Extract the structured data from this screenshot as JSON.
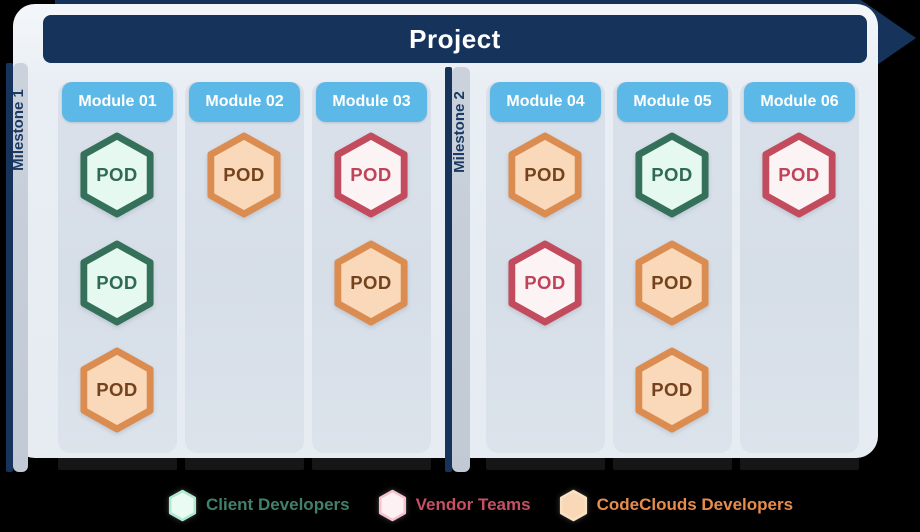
{
  "title": "Project",
  "pod_label": "POD",
  "milestones": [
    {
      "label": "Milestone 1"
    },
    {
      "label": "Milestone 2"
    }
  ],
  "modules": [
    {
      "label": "Module 01",
      "pods": [
        "client",
        "client",
        "codeclouds"
      ]
    },
    {
      "label": "Module 02",
      "pods": [
        "codeclouds"
      ]
    },
    {
      "label": "Module 03",
      "pods": [
        "vendor",
        "codeclouds"
      ]
    },
    {
      "label": "Module 04",
      "pods": [
        "codeclouds",
        "vendor"
      ]
    },
    {
      "label": "Module 05",
      "pods": [
        "client",
        "codeclouds",
        "codeclouds"
      ]
    },
    {
      "label": "Module 06",
      "pods": [
        "vendor"
      ]
    }
  ],
  "legend": [
    {
      "type": "client",
      "label": "Client Developers"
    },
    {
      "type": "vendor",
      "label": "Vendor Teams"
    },
    {
      "type": "codeclouds",
      "label": "CodeClouds Developers"
    }
  ],
  "pod_colors": {
    "client": {
      "fill": "#E6F9F1",
      "stroke": "#35715A",
      "text": "#2F6B53"
    },
    "vendor": {
      "fill": "#FCF4F4",
      "stroke": "#C24B5E",
      "text": "#C04459"
    },
    "codeclouds": {
      "fill": "#F9D9B9",
      "stroke": "#DB8C51",
      "text": "#74431D"
    }
  },
  "legend_colors": {
    "client": {
      "fill": "#E9FBF3",
      "stroke": "#AFE9CF",
      "label": "#41806C"
    },
    "vendor": {
      "fill": "#FDF1F3",
      "stroke": "#F4C3CE",
      "label": "#C64F63"
    },
    "codeclouds": {
      "fill": "#F9D8B7",
      "stroke": "#F8E2C2",
      "label": "#E78C4B"
    }
  },
  "colors": {
    "background": "#000000",
    "panel": "#E9EEF4",
    "navy": "#15335B",
    "module_header": "#5BB8E7",
    "column_body": "#D8DFE9",
    "milestone_bar": "#C6CDD9"
  }
}
